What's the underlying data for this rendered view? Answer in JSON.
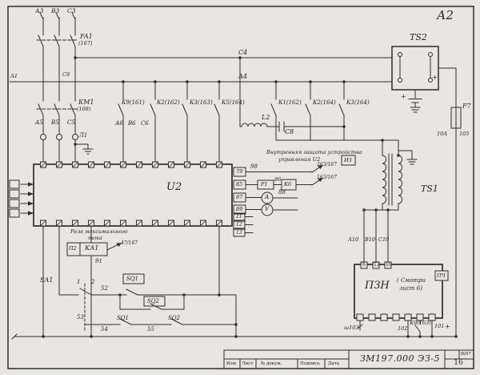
{
  "sheet": {
    "code": "А2",
    "colors": {
      "ink": "#2f2f28",
      "paper": "#e7e6e1"
    }
  },
  "labels": {
    "a2": "А2",
    "phase_a3": "А3",
    "phase_b3": "В3",
    "phase_c3": "С3",
    "fa1": "FA1",
    "fa1_ref": "(167)",
    "c4": "С4",
    "c9": "С9",
    "a4": "А4",
    "a1": "А1",
    "km1": "КМ1",
    "km1_ref": "(168)",
    "a5": "А5",
    "b5": "В5",
    "c5": "С5",
    "a6": "А6",
    "b6": "В6",
    "c6": "С6",
    "l1": "Л1",
    "k9_161": "К9(161)",
    "k2_162": "К2(162)",
    "k3_163": "К3(163)",
    "k5_164": "К5(164)",
    "k1_162": "К1(162)",
    "k2_164": "К2(164)",
    "k3_164": "К3(164)",
    "l2": "L2",
    "c8": "С8",
    "prot1": "Внутренняя защита устройства",
    "prot2": "управления U2",
    "iz": "ИЗ",
    "u2": "U2",
    "t79": "79",
    "t98": "98",
    "t85": "85",
    "r1": "Р1",
    "t86": "86",
    "k6": "К6",
    "ref163_1": "163/167",
    "ref163_2": "163/167",
    "t87": "87",
    "meter_a": "А",
    "t88": "88",
    "t89": "89",
    "meter_v": "V",
    "t11": "11",
    "t12": "12",
    "t13": "13",
    "relay1": "Реле максимального",
    "relay2": "тока",
    "p2": "П2",
    "ka1": "КА1",
    "t91": "91",
    "ref47": "47/167",
    "sa1": "SA1",
    "n1": "1",
    "n2": "2",
    "n52": "52",
    "n53": "53",
    "n54": "54",
    "n55": "55",
    "sq1_top": "SQ1",
    "sq2_top": "SQ2",
    "sq1_bot": "SQ1",
    "sq2_bot": "SQ2",
    "ts2": "TS2",
    "ts2_plus": "+",
    "bat_plus": "+",
    "f7": "F7",
    "amp10": "10А",
    "n105": "105",
    "ts1": "TS1",
    "a10": "А10",
    "b10": "В10",
    "c10": "С10",
    "pzn": "ПЗН",
    "pzn_note1": "( Смотри",
    "pzn_note2": "лист 6)",
    "pch": "ПЧ",
    "pzn_t6": "6",
    "pzn_t12": "12",
    "pzn_t16": "16",
    "sh103": "ш103",
    "n102": "102",
    "k9_163": "К9(163)",
    "n101": "101",
    "plus": "+"
  },
  "title_block": {
    "doc_number": "ЗМ197.000 ЭЗ-5",
    "sheet": "16",
    "code": "В/07",
    "columns": [
      "Изм",
      "Лист",
      "№ докум.",
      "Подпись",
      "Дата"
    ]
  }
}
